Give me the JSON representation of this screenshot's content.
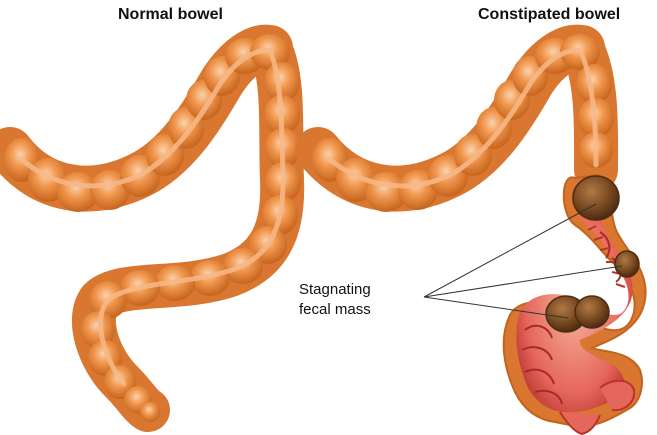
{
  "titles": {
    "normal": "Normal bowel",
    "constipated": "Constipated bowel"
  },
  "callout": {
    "line1": "Stagnating",
    "line2": "fecal mass"
  },
  "colors": {
    "bowel_orange": "#E8873E",
    "bowel_light": "#F7B07A",
    "bowel_dark": "#C2641F",
    "inner_red": "#E05A4E",
    "inner_pink": "#F4A98A",
    "fecal_brown": "#7A4A22",
    "fecal_light": "#A86E3A"
  }
}
